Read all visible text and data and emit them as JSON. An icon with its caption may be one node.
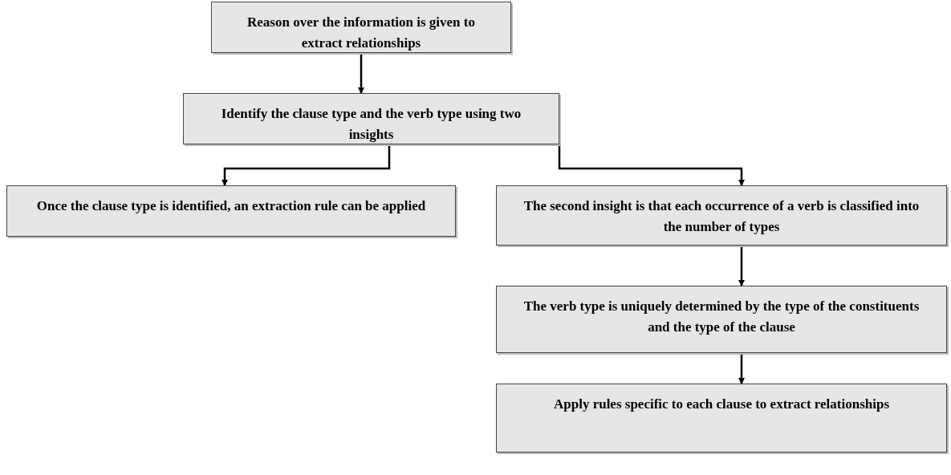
{
  "diagram": {
    "nodes": [
      {
        "text": [
          "Reason over the information is given to extract relationships"
        ]
      },
      {
        "text": [
          "Identify the clause type and the verb type using two insights"
        ]
      },
      {
        "text": [
          "Once the clause type is identified, an extraction rule can be applied"
        ]
      },
      {
        "text": [
          "The second insight is that each occurrence of a verb is classified into the number of types"
        ]
      },
      {
        "text": [
          "The verb type is uniquely determined by the type of the constituents and the type of the clause"
        ]
      },
      {
        "text": [
          "Apply rules specific to each clause to extract relationships"
        ]
      }
    ],
    "edges": [
      {
        "from": 0,
        "to": 1,
        "arrow": "to"
      },
      {
        "from": 1,
        "to": 2,
        "arrow": "to"
      },
      {
        "from": 1,
        "to": 3,
        "arrow": "to"
      },
      {
        "from": 3,
        "to": 4,
        "arrow": "to"
      },
      {
        "from": 4,
        "to": 5,
        "arrow": "to"
      }
    ]
  }
}
